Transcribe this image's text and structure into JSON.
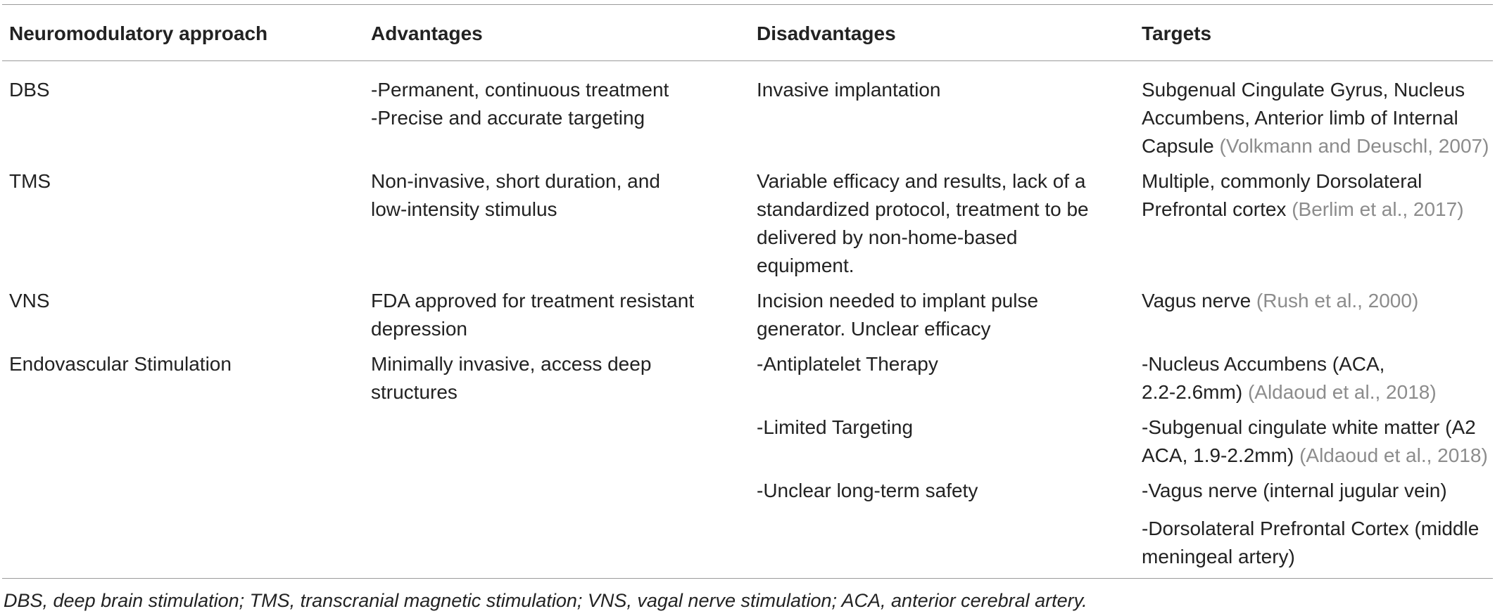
{
  "table": {
    "headers": [
      "Neuromodulatory approach",
      "Advantages",
      "Disadvantages",
      "Targets"
    ],
    "rows": [
      {
        "approach": "DBS",
        "advantages": [
          "-Permanent, continuous treatment",
          "-Precise and accurate targeting"
        ],
        "disadvantages": [
          "Invasive implantation"
        ],
        "targets": {
          "lines": [
            "Subgenual Cingulate Gyrus, Nucleus",
            "Accumbens, Anterior limb of Internal",
            "Capsule "
          ],
          "cite": "(Volkmann and Deuschl, 2007)"
        }
      },
      {
        "approach": "TMS",
        "advantages": [
          "Non-invasive, short duration, and",
          "low-intensity stimulus"
        ],
        "disadvantages": [
          "Variable efficacy and results, lack of a",
          "standardized protocol, treatment to be",
          "delivered by non-home-based",
          "equipment."
        ],
        "targets": {
          "lines": [
            "Multiple, commonly Dorsolateral",
            "Prefrontal cortex "
          ],
          "cite": "(Berlim et al., 2017)"
        }
      },
      {
        "approach": "VNS",
        "advantages": [
          "FDA approved for treatment resistant",
          "depression"
        ],
        "disadvantages": [
          "Incision needed to implant pulse",
          "generator. Unclear efficacy"
        ],
        "targets": {
          "lines": [
            "Vagus nerve "
          ],
          "cite": "(Rush et al., 2000)"
        }
      },
      {
        "approach": "Endovascular Stimulation",
        "advantages": [
          "Minimally invasive, access deep",
          "structures"
        ],
        "disadvantages": [
          "-Antiplatelet Therapy",
          "-Limited Targeting",
          "-Unclear long-term safety"
        ],
        "targets_list": [
          {
            "l1": "-Nucleus Accumbens (ACA,",
            "l2": "2.2-2.6mm) ",
            "cite": "(Aldaoud et al., 2018)"
          },
          {
            "l1": "-Subgenual cingulate white matter (A2",
            "l2": "ACA, 1.9-2.2mm) ",
            "cite": "(Aldaoud et al., 2018)"
          },
          {
            "l1": "-Vagus nerve (internal jugular vein)"
          },
          {
            "l1": "-Dorsolateral Prefrontal Cortex (middle",
            "l2": "meningeal artery)"
          }
        ]
      }
    ]
  },
  "footnote": "DBS, deep brain stimulation; TMS, transcranial magnetic stimulation; VNS, vagal nerve stimulation; ACA, anterior cerebral artery."
}
